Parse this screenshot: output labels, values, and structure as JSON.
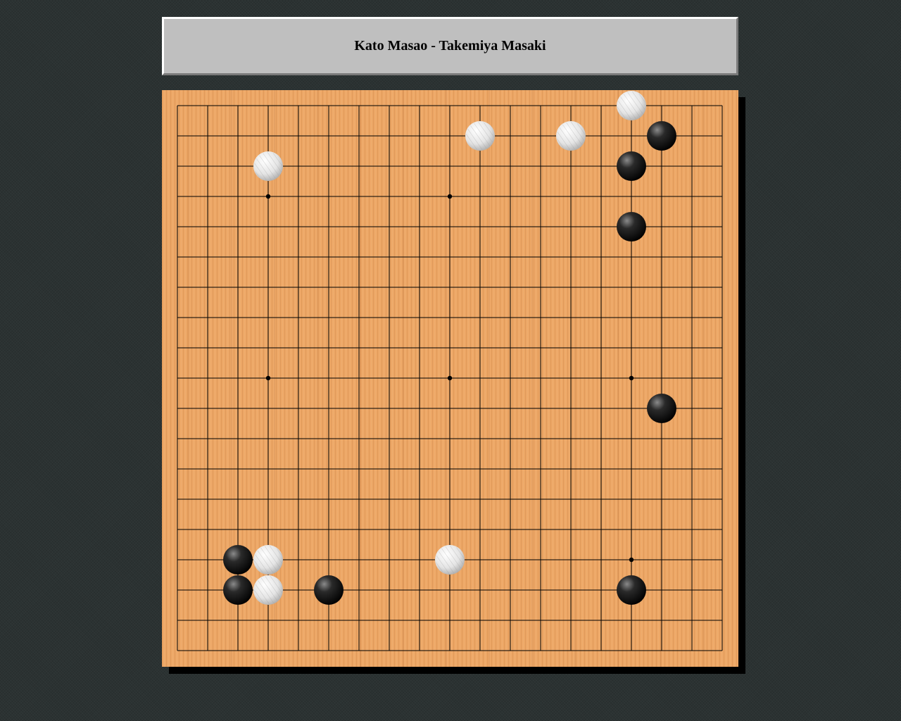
{
  "title": "Kato Masao - Takemiya Masaki",
  "board": {
    "size": 19,
    "star_points": [
      [
        3,
        3
      ],
      [
        9,
        3
      ],
      [
        3,
        9
      ],
      [
        9,
        9
      ],
      [
        15,
        9
      ],
      [
        15,
        15
      ]
    ],
    "stones": [
      {
        "color": "white",
        "col": 15,
        "row": 0
      },
      {
        "color": "white",
        "col": 10,
        "row": 1
      },
      {
        "color": "white",
        "col": 13,
        "row": 1
      },
      {
        "color": "black",
        "col": 16,
        "row": 1
      },
      {
        "color": "white",
        "col": 3,
        "row": 2
      },
      {
        "color": "black",
        "col": 15,
        "row": 2
      },
      {
        "color": "black",
        "col": 15,
        "row": 4
      },
      {
        "color": "black",
        "col": 16,
        "row": 10
      },
      {
        "color": "black",
        "col": 2,
        "row": 15
      },
      {
        "color": "white",
        "col": 3,
        "row": 15
      },
      {
        "color": "white",
        "col": 9,
        "row": 15
      },
      {
        "color": "black",
        "col": 2,
        "row": 16
      },
      {
        "color": "white",
        "col": 3,
        "row": 16
      },
      {
        "color": "black",
        "col": 5,
        "row": 16
      },
      {
        "color": "black",
        "col": 15,
        "row": 16
      }
    ]
  },
  "colors": {
    "board_wood": "#eda766",
    "grid_line": "#000000",
    "black_stone": "#111111",
    "white_stone": "#e8e8e8",
    "background": "#2b3232",
    "title_panel": "#bfbfbf"
  }
}
